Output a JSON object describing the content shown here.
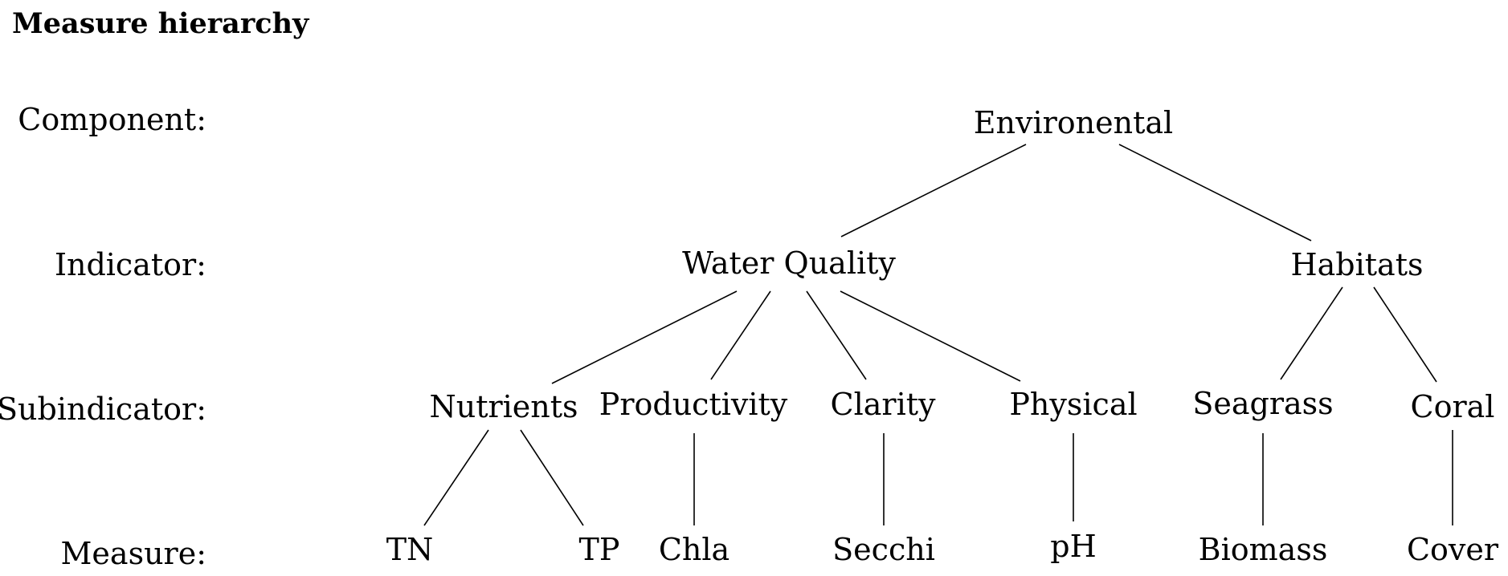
{
  "title": "Measure hierarchy",
  "levels": {
    "component": "Component:",
    "indicator": "Indicator:",
    "subindicator": "Subindicator:",
    "measure": "Measure:"
  },
  "tree": {
    "environmental": "Environental",
    "water_quality": "Water Quality",
    "habitats": "Habitats",
    "nutrients": "Nutrients",
    "productivity": "Productivity",
    "clarity": "Clarity",
    "physical": "Physical",
    "seagrass": "Seagrass",
    "coral": "Coral",
    "tn": "TN",
    "tp": "TP",
    "chla": "Chla",
    "secchi": "Secchi",
    "ph": "pH",
    "biomass": "Biomass",
    "cover": "Cover"
  },
  "edges": [
    [
      "environmental",
      "water_quality"
    ],
    [
      "environmental",
      "habitats"
    ],
    [
      "water_quality",
      "nutrients"
    ],
    [
      "water_quality",
      "productivity"
    ],
    [
      "water_quality",
      "clarity"
    ],
    [
      "water_quality",
      "physical"
    ],
    [
      "habitats",
      "seagrass"
    ],
    [
      "habitats",
      "coral"
    ],
    [
      "nutrients",
      "tn"
    ],
    [
      "nutrients",
      "tp"
    ],
    [
      "productivity",
      "chla"
    ],
    [
      "clarity",
      "secchi"
    ],
    [
      "physical",
      "ph"
    ],
    [
      "seagrass",
      "biomass"
    ],
    [
      "coral",
      "cover"
    ]
  ]
}
